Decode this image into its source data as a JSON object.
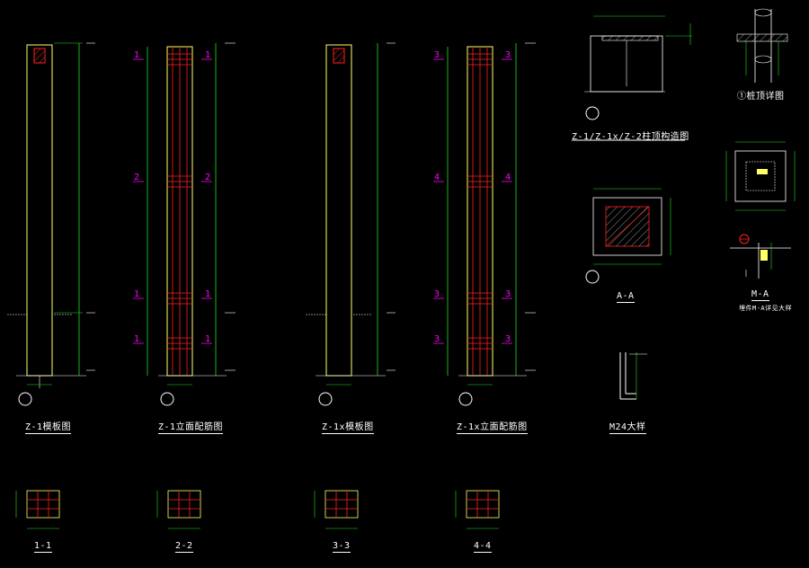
{
  "drawings": {
    "z1_template": "Z-1模板图",
    "z1_elevation": "Z-1立面配筋图",
    "z1x_template": "Z-1x模板图",
    "z1x_elevation": "Z-1x立面配筋图",
    "top_detail": "Z-1/Z-1x/Z-2柱顶构造图",
    "section_aa": "A-A",
    "section_ma": "M-A",
    "section_ma_note": "埋件M-A详见大样",
    "bolt_detail": "M24大样",
    "pile_detail": "①桩顶详图",
    "cut_1": "1-1",
    "cut_2": "2-2",
    "cut_3": "3-3",
    "cut_4": "4-4"
  },
  "section_marks": {
    "elev1": [
      "1",
      "2",
      "1",
      "1"
    ],
    "elev2": [
      "3",
      "4",
      "3",
      "3"
    ]
  },
  "colors": {
    "background": "#000000",
    "outline": "#ffff66",
    "rebar": "#ff2020",
    "dimension": "#20e020",
    "text": "#ffffff",
    "marker": "#ff00ff",
    "cyan": "#00ffff"
  }
}
